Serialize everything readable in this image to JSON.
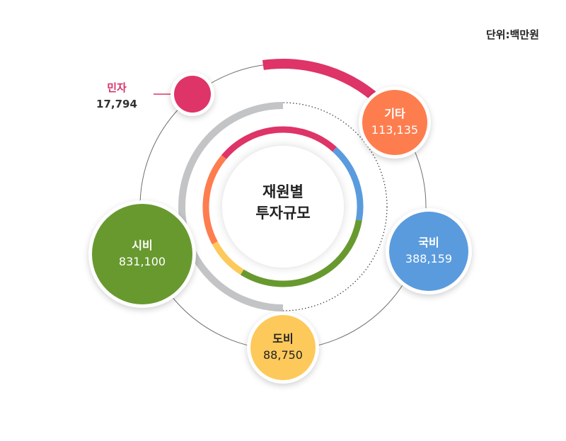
{
  "unit": "단위:백만원",
  "center_title": {
    "line1": "재원별",
    "line2": "투자규모"
  },
  "colors": {
    "민자": "#de3468",
    "기타": "#fe7d4f",
    "국비": "#5a9bdd",
    "도비": "#fec95b",
    "시비": "#68992f",
    "grey": "#c2c4c6"
  },
  "chart_data": {
    "type": "pie",
    "unit": "단위:백만원",
    "title": "재원별 투자규모",
    "slices": [
      {
        "label": "민자",
        "value": 17794,
        "value_text": "17,794"
      },
      {
        "label": "기타",
        "value": 113135,
        "value_text": "113,135"
      },
      {
        "label": "국비",
        "value": 388159,
        "value_text": "388,159"
      },
      {
        "label": "도비",
        "value": 88750,
        "value_text": "88,750"
      },
      {
        "label": "시비",
        "value": 831100,
        "value_text": "831,100"
      }
    ]
  }
}
